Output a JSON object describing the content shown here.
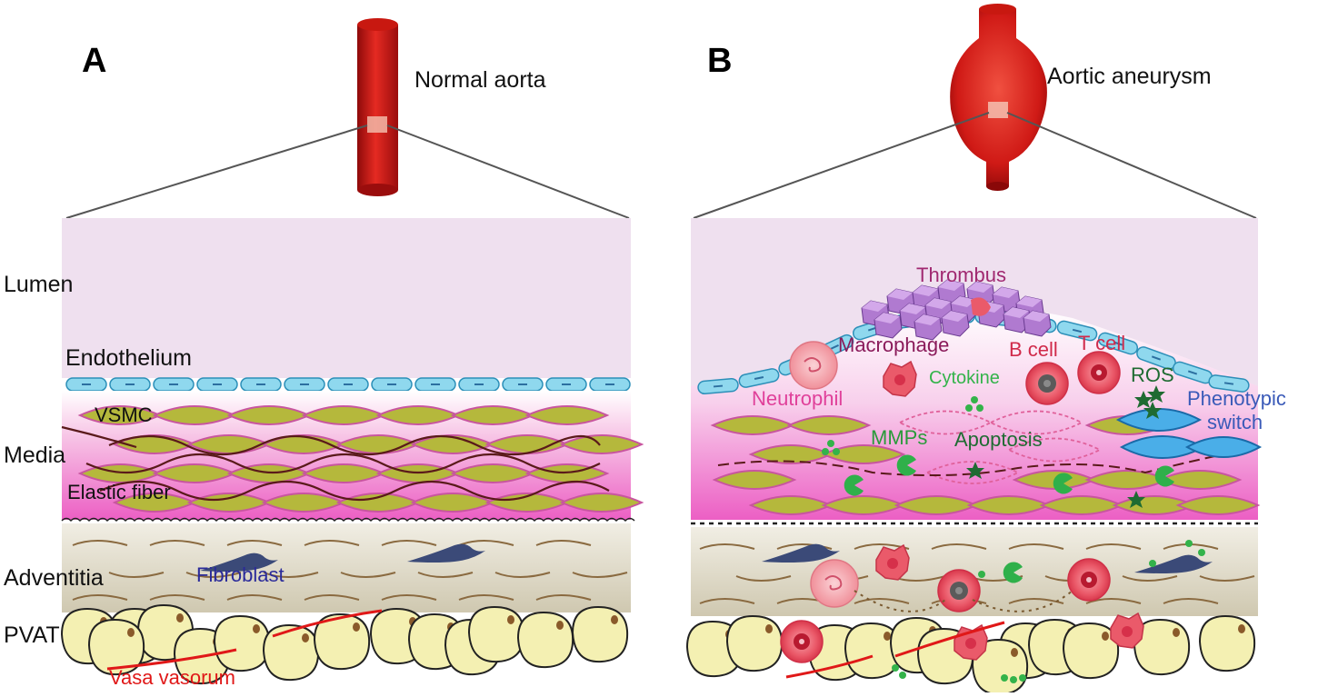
{
  "panels": {
    "a": {
      "letter": "A",
      "title": "Normal aorta",
      "labels": {
        "vsmc": "VSMC",
        "elastic_fiber": "Elastic fiber",
        "fibroblast": "Fibroblast",
        "vasa_vasorum": "Vasa vasorum"
      }
    },
    "b": {
      "letter": "B",
      "title": "Aortic aneurysm",
      "labels": {
        "thrombus": "Thrombus",
        "macrophage": "Macrophage",
        "b_cell": "B cell",
        "t_cell": "T cell",
        "cytokine": "Cytokine",
        "ros": "ROS",
        "neutrophil": "Neutrophil",
        "phenotypic": "Phenotypic",
        "switch": "switch",
        "mmps": "MMPs",
        "apoptosis": "Apoptosis"
      }
    }
  },
  "layers": {
    "lumen": "Lumen",
    "endothelium": "Endothelium",
    "media": "Media",
    "adventitia": "Adventitia",
    "pvat": "PVAT"
  },
  "colors": {
    "lumen": "#efe0ef",
    "media_pink": "#ee66c8",
    "vsmc_fill": "#b5b83c",
    "vsmc_stroke": "#c8559f",
    "endothelium": "#8fd8ee",
    "adventitia": "#dcd6c4",
    "fat_cell": "#f3efb0",
    "vessel_red": "#d01818",
    "fibroblast": "#3b4a78",
    "mmp_green": "#33b34a",
    "ros_green": "#1f6b32",
    "phenotypic_blue": "#4aaee8",
    "thrombus_purple": "#a56ac8",
    "immune_cell": "#e84a5a"
  }
}
